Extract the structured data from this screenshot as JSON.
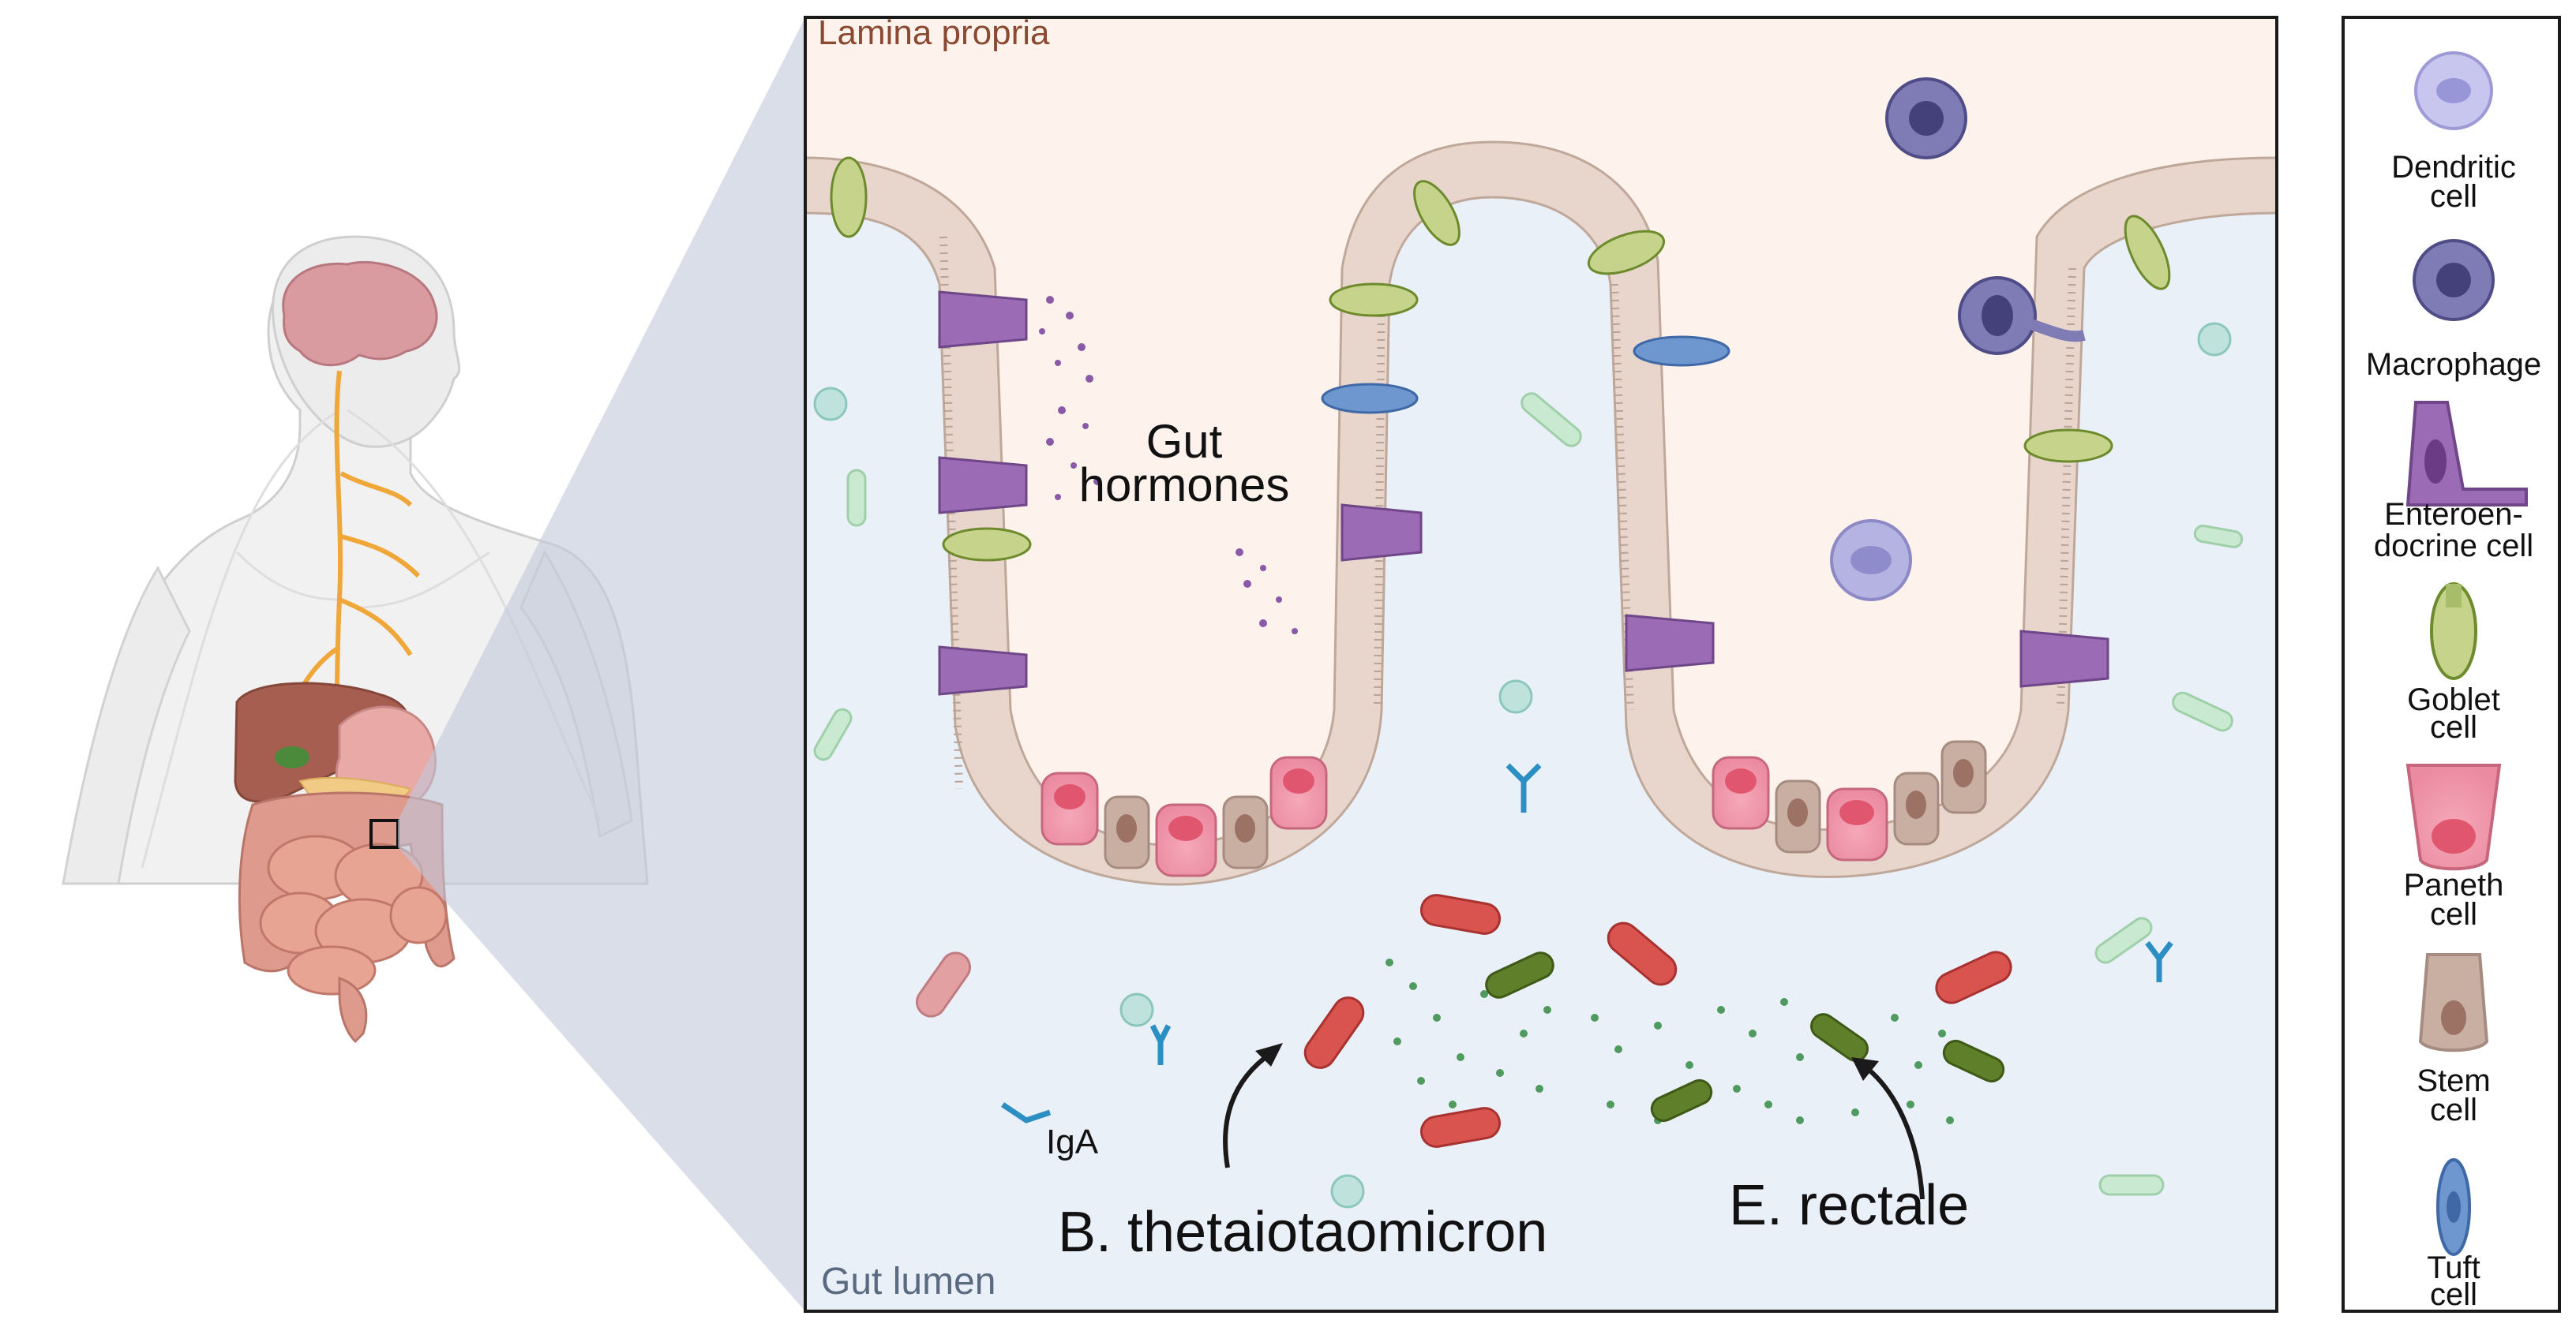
{
  "regions": {
    "top": "Lamina propria",
    "bottom": "Gut lumen"
  },
  "labels": {
    "gut_hormones_1": "Gut",
    "gut_hormones_2": "hormones",
    "iga": "IgA",
    "b_theta": "B. thetaiotaomicron",
    "e_rectale": "E. rectale"
  },
  "legend": [
    {
      "icon": "dendritic-cell-icon",
      "lines": [
        "Dendritic",
        "cell"
      ]
    },
    {
      "icon": "macrophage-icon",
      "lines": [
        "Macrophage"
      ]
    },
    {
      "icon": "enteroendocrine-cell-icon",
      "lines": [
        "Enteroen-",
        "docrine cell"
      ]
    },
    {
      "icon": "goblet-cell-icon",
      "lines": [
        "Goblet",
        "cell"
      ]
    },
    {
      "icon": "paneth-cell-icon",
      "lines": [
        "Paneth",
        "cell"
      ]
    },
    {
      "icon": "stem-cell-icon",
      "lines": [
        "Stem",
        "cell"
      ]
    },
    {
      "icon": "tuft-cell-icon",
      "lines": [
        "Tuft",
        "cell"
      ]
    }
  ],
  "colors": {
    "lamina_propria": "#fdf3ec",
    "lumen": "#eaf0f8",
    "epithelium": "#e8d6cc",
    "enteroendocrine": "#9b6bb5",
    "goblet": "#a7bd6a",
    "paneth": "#ef8fa3",
    "stem": "#c9aea2",
    "tuft": "#6f97cf",
    "bacteria_red": "#d9544f",
    "bacteria_green": "#5f7f2a",
    "iga": "#2c8fc4",
    "macrophage": "#7e7bb5",
    "dendritic": "#b5b3e2"
  }
}
